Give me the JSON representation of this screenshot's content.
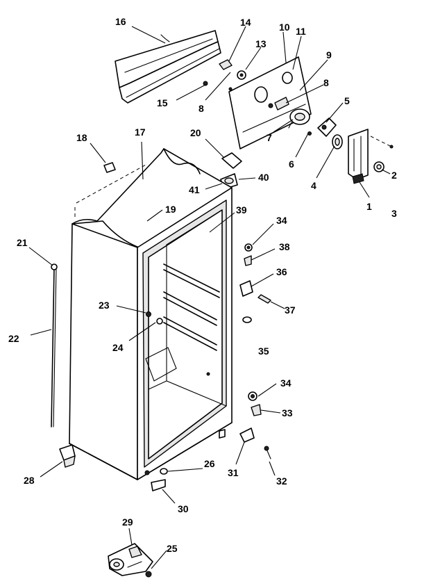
{
  "diagram": {
    "labels": [
      "1",
      "2",
      "3",
      "4",
      "5",
      "6",
      "7",
      "8",
      "8",
      "9",
      "10",
      "11",
      "13",
      "14",
      "15",
      "16",
      "17",
      "18",
      "19",
      "20",
      "21",
      "22",
      "23",
      "24",
      "25",
      "26",
      "28",
      "29",
      "30",
      "31",
      "32",
      "33",
      "34",
      "34",
      "35",
      "36",
      "37",
      "38",
      "39",
      "40",
      "41"
    ]
  }
}
